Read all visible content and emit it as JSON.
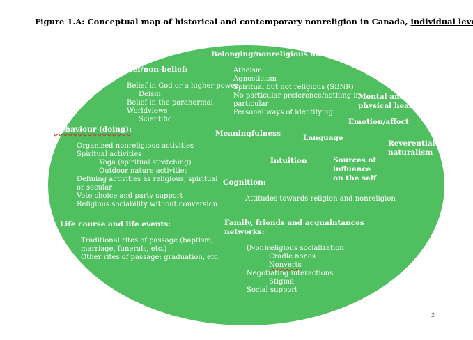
{
  "title": {
    "main": "Figure 1.A: Conceptual map of historical and contemporary nonreligion in Canada, ",
    "underlined": "individual level"
  },
  "belief": {
    "heading": "Belief/non-belief:",
    "items": [
      "Belief in God or a higher power",
      "Deism",
      "Belief in the paranormal",
      "Worldviews",
      "Scientific"
    ]
  },
  "belonging": {
    "heading": "Belonging/nonreligious identities:",
    "items": [
      "Atheism",
      "Agnosticism",
      "Spiritual but not religious (SBNR)",
      "No particular preference/nothing in",
      "particular",
      "Personal ways of identifying"
    ]
  },
  "mental": {
    "line1": "Mental and",
    "line2": "physical health"
  },
  "emotion": "Emotion/affect",
  "behaviour": {
    "heading": "Behaviour (doing):",
    "items": [
      "Organized nonreligious activities",
      "Spiritual activities",
      "Yoga (spiritual stretching)",
      "Outdoor nature activities",
      "Defining activities as religious, spiritual",
      "or secular",
      "Vote choice and party support",
      "Religious sociability without conversion"
    ]
  },
  "meaningfulness": "Meaningfulness",
  "language": "Language",
  "reverential": {
    "line1": "Reverential",
    "line2": "naturalism"
  },
  "intuition": "Intuition",
  "sources": {
    "line1": "Sources of",
    "line2": "influence",
    "line3": "on the self"
  },
  "cognition": {
    "heading": "Cognition:",
    "item": "Attitudes towards religion and nonreligion"
  },
  "lifecourse": {
    "heading": "Life course and life events:",
    "items": [
      "Traditional rites of passage (baptism,",
      "marriage, funerals, etc.)",
      "Other rites of passage: graduation, etc."
    ]
  },
  "family": {
    "heading_line1": "Family, friends and acquaintances",
    "heading_line2": "networks:",
    "items": [
      "(Non)religious socialization",
      "Cradle nones",
      "Nonverts",
      "Negotiating interactions",
      "Stigma",
      "Social support"
    ]
  },
  "page_number": "2",
  "colors": {
    "ellipse": "#4fbf60",
    "text": "#ffffff"
  }
}
